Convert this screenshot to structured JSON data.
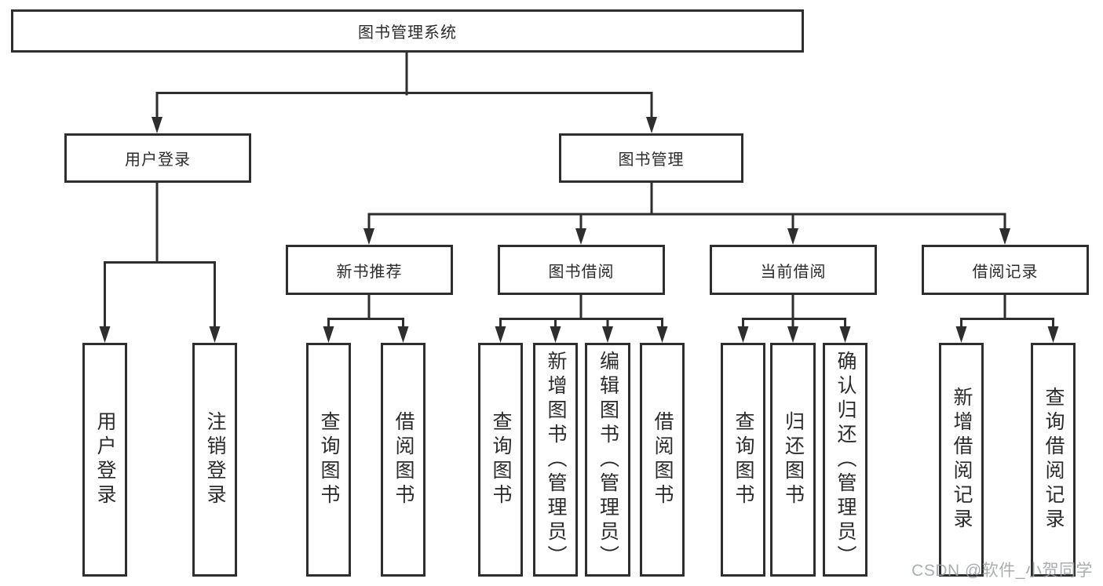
{
  "diagram": {
    "tree": {
      "label": "图书管理系统",
      "children": [
        {
          "label": "用户登录",
          "children": [
            {
              "label": "用户登录"
            },
            {
              "label": "注销登录"
            }
          ]
        },
        {
          "label": "图书管理",
          "children": [
            {
              "label": "新书推荐",
              "children": [
                {
                  "label": "查询图书"
                },
                {
                  "label": "借阅图书"
                }
              ]
            },
            {
              "label": "图书借阅",
              "children": [
                {
                  "label": "查询图书"
                },
                {
                  "label": "新增图书（管理员）"
                },
                {
                  "label": "编辑图书（管理员）"
                },
                {
                  "label": "借阅图书"
                }
              ]
            },
            {
              "label": "当前借阅",
              "children": [
                {
                  "label": "查询图书"
                },
                {
                  "label": "归还图书"
                },
                {
                  "label": "确认归还（管理员）"
                }
              ]
            },
            {
              "label": "借阅记录",
              "children": [
                {
                  "label": "新增借阅记录"
                },
                {
                  "label": "查询借阅记录"
                }
              ]
            }
          ]
        }
      ]
    }
  },
  "watermark": {
    "text": "CSDN @软件_小贺同学"
  },
  "colors": {
    "line": "#2e2e2e",
    "text": "#2b2b2b",
    "watermark": "#9ba0a4",
    "background": "#ffffff"
  }
}
